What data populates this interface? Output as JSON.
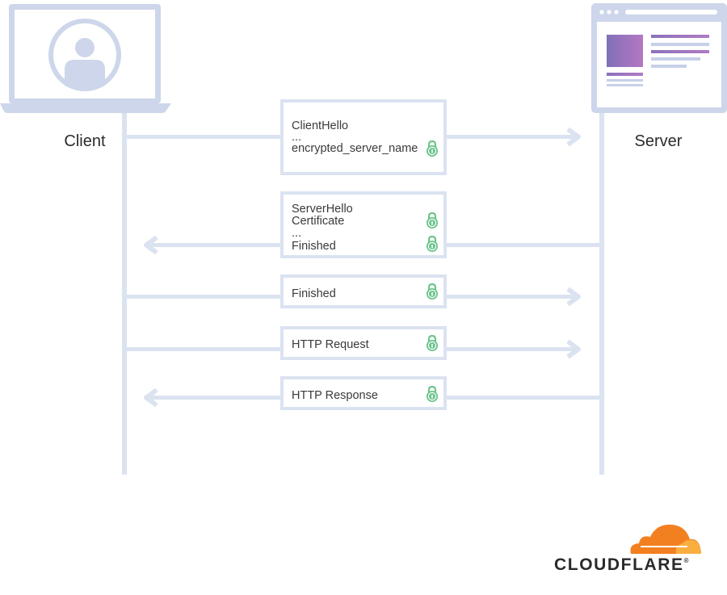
{
  "actors": {
    "client_label": "Client",
    "server_label": "Server"
  },
  "messages": [
    {
      "lines": [
        "ClientHello",
        "...",
        "encrypted_server_name"
      ],
      "direction": "to-server",
      "locked_lines": [
        2
      ]
    },
    {
      "lines": [
        "ServerHello",
        "Certificate",
        "...",
        "Finished"
      ],
      "direction": "to-client",
      "locked_lines": [
        1,
        3
      ]
    },
    {
      "lines": [
        "Finished"
      ],
      "direction": "to-server",
      "locked_lines": [
        0
      ]
    },
    {
      "lines": [
        "HTTP Request"
      ],
      "direction": "to-server",
      "locked_lines": [
        0
      ]
    },
    {
      "lines": [
        "HTTP Response"
      ],
      "direction": "to-client",
      "locked_lines": [
        0
      ]
    }
  ],
  "branding": {
    "wordmark": "CLOUDFLARE",
    "registered_mark": "®"
  },
  "colors": {
    "line": "#dbe3f1",
    "device": "#cdd6ea",
    "lock": "#6cc48c",
    "brand_orange": "#f38020",
    "brand_light_orange": "#faae40"
  }
}
